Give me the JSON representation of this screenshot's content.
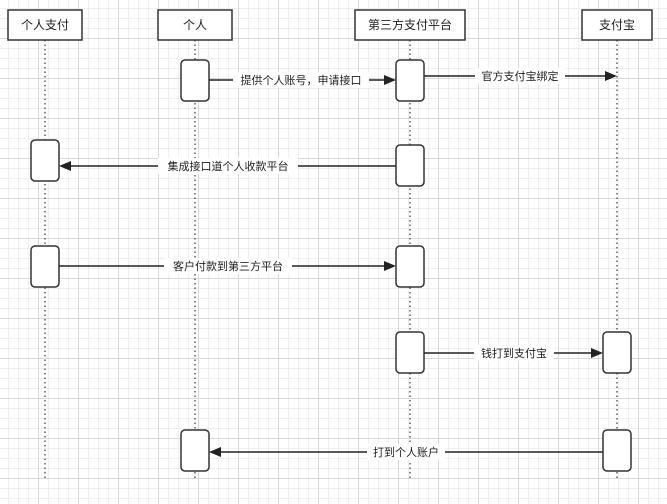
{
  "participants": {
    "p1": "个人支付",
    "p2": "个人",
    "p3": "第三方支付平台",
    "p4": "支付宝"
  },
  "messages": {
    "m1": "提供个人账号，申请接口",
    "m2": "官方支付宝绑定",
    "m3": "集成接口道个人收款平台",
    "m4": "客户付款到第三方平台",
    "m5": "钱打到支付宝",
    "m6": "打到个人账户"
  }
}
